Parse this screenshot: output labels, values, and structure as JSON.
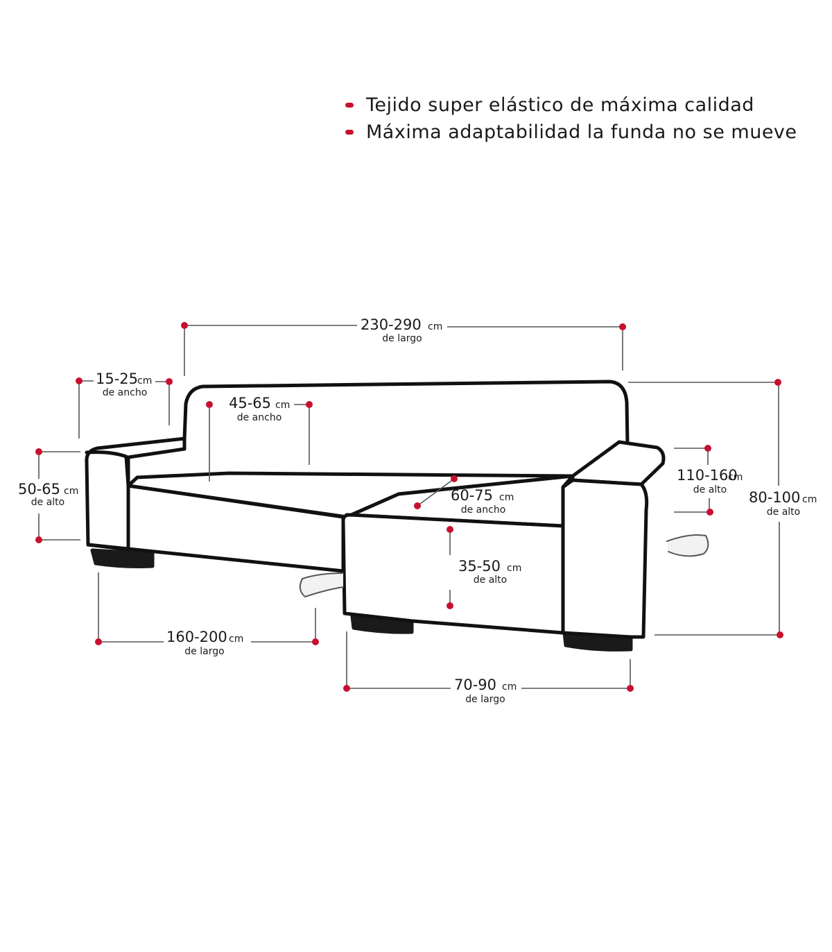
{
  "features": [
    "Tejido super elástico de máxima calidad",
    "Máxima adaptabilidad la funda no se mueve"
  ],
  "colors": {
    "accent": "#c8102e",
    "outline": "#111111",
    "dim_line": "#555555"
  },
  "dimensions": {
    "total_length": {
      "value": "230-290",
      "unit": "cm",
      "label": "de largo"
    },
    "arm_width": {
      "value": "15-25",
      "unit": "cm",
      "label": "de ancho"
    },
    "back_width": {
      "value": "45-65",
      "unit": "cm",
      "label": "de ancho"
    },
    "arm_height": {
      "value": "50-65",
      "unit": "cm",
      "label": "de alto"
    },
    "chaise_width": {
      "value": "60-75",
      "unit": "cm",
      "label": "de ancho"
    },
    "chaise_depth": {
      "value": "110-160",
      "unit": "cm",
      "label": "de alto"
    },
    "total_height": {
      "value": "80-100",
      "unit": "cm",
      "label": "de alto"
    },
    "seat_height": {
      "value": "35-50",
      "unit": "cm",
      "label": "de alto"
    },
    "seat_length": {
      "value": "160-200",
      "unit": "cm",
      "label": "de largo"
    },
    "chaise_length": {
      "value": "70-90",
      "unit": "cm",
      "label": "de largo"
    }
  }
}
